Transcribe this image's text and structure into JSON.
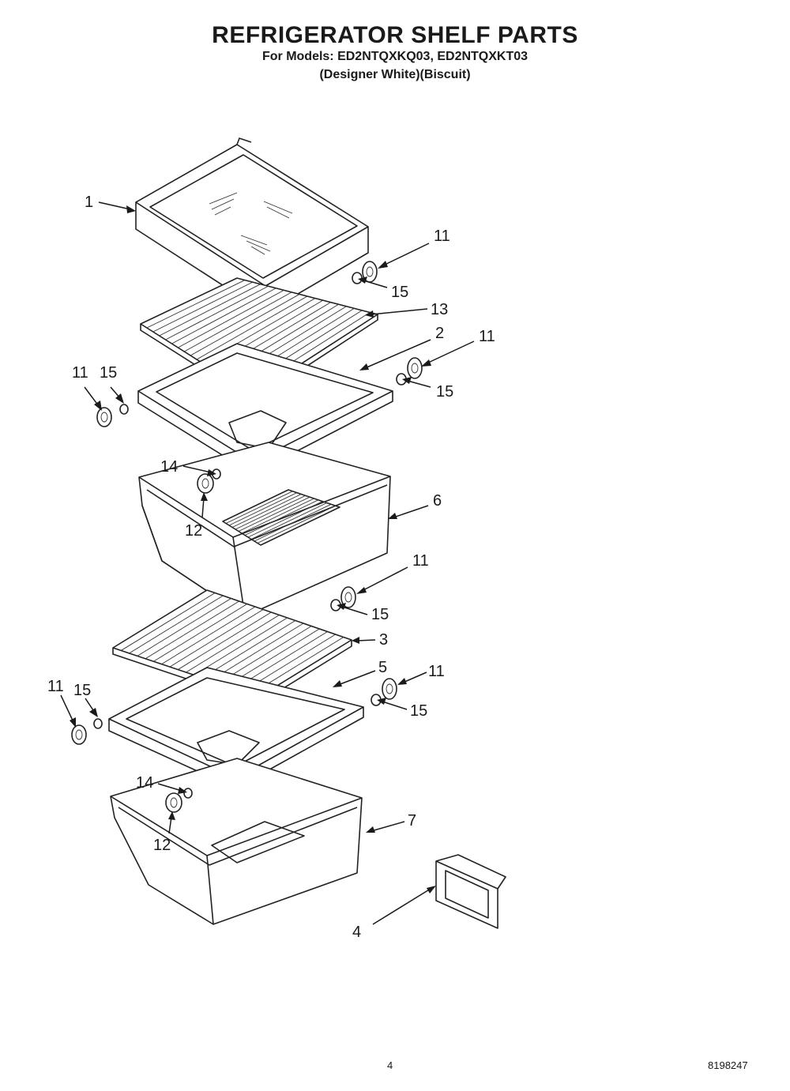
{
  "header": {
    "title": "REFRIGERATOR SHELF PARTS",
    "models": "For Models: ED2NTQXKQ03, ED2NTQXKT03",
    "colors": "(Designer White)(Biscuit)"
  },
  "footer": {
    "page_number": "4",
    "document_number": "8198247"
  },
  "callouts": {
    "c1": "1",
    "c2": "2",
    "c3": "3",
    "c4": "4",
    "c5": "5",
    "c6": "6",
    "c7": "7",
    "c11": "11",
    "c12": "12",
    "c13": "13",
    "c14": "14",
    "c15": "15"
  }
}
